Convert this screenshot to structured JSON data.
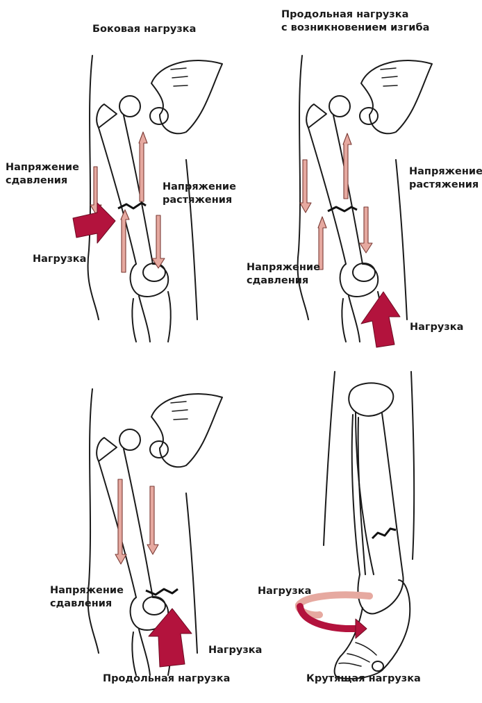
{
  "panels": {
    "lateral": {
      "title": "Боковая нагрузка",
      "compression": "Напряжение\nсдавления",
      "tension": "Напряжение\nрастяжения",
      "load": "Нагрузка"
    },
    "axial_bending": {
      "title": "Продольная нагрузка\nс возникновением изгиба",
      "tension": "Напряжение\nрастяжения",
      "compression": "Напряжение\nсдавления",
      "load": "Нагрузка"
    },
    "axial": {
      "title": "Продольная нагрузка",
      "compression": "Напряжение\nсдавления",
      "load": "Нагрузка"
    },
    "torsion": {
      "title": "Крутящая нагрузка",
      "load": "Нагрузка"
    }
  },
  "colors": {
    "load_arrow": "#b3133d",
    "stress_arrow": "#e6a9a0",
    "outline": "#1a1a1a"
  }
}
